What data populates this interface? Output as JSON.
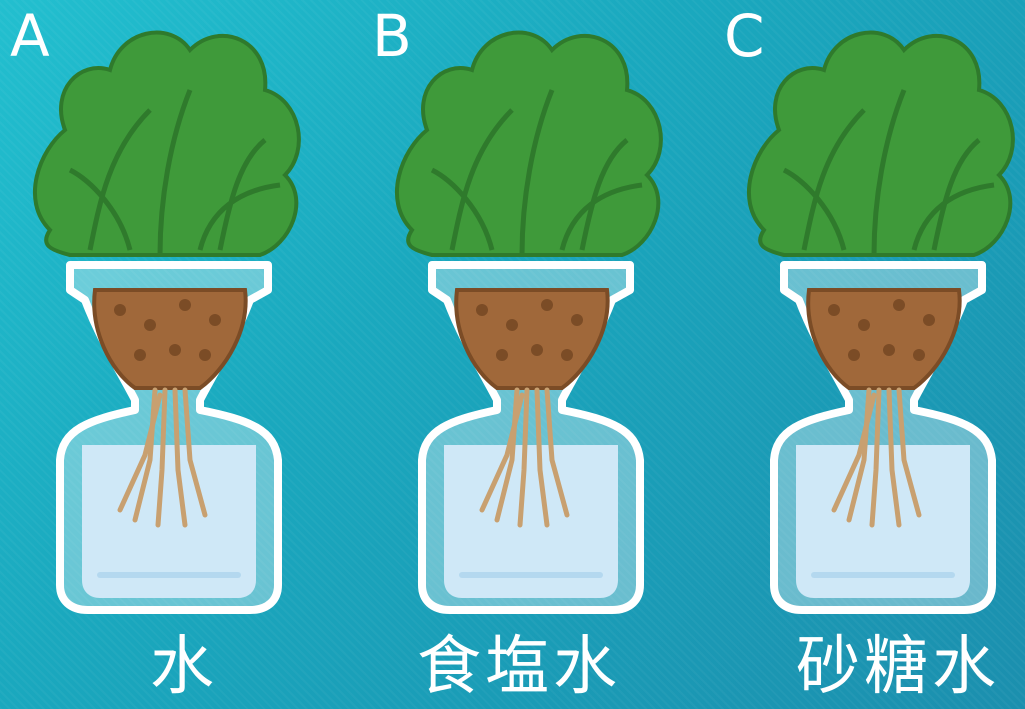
{
  "panels": [
    {
      "letter": "A",
      "caption": "水"
    },
    {
      "letter": "B",
      "caption": "食塩水"
    },
    {
      "letter": "C",
      "caption": "砂糖水"
    }
  ],
  "colors": {
    "background": "#1fb0c4",
    "leaf": "#3f9a3a",
    "leaf_dark": "#2f7a2c",
    "soil": "#a0683a",
    "root": "#c8a070",
    "water": "#cfe8f7",
    "bottle": "#ffffff"
  },
  "icons": [
    "lettuce-icon",
    "bottle-icon",
    "soil-icon",
    "roots-icon"
  ]
}
